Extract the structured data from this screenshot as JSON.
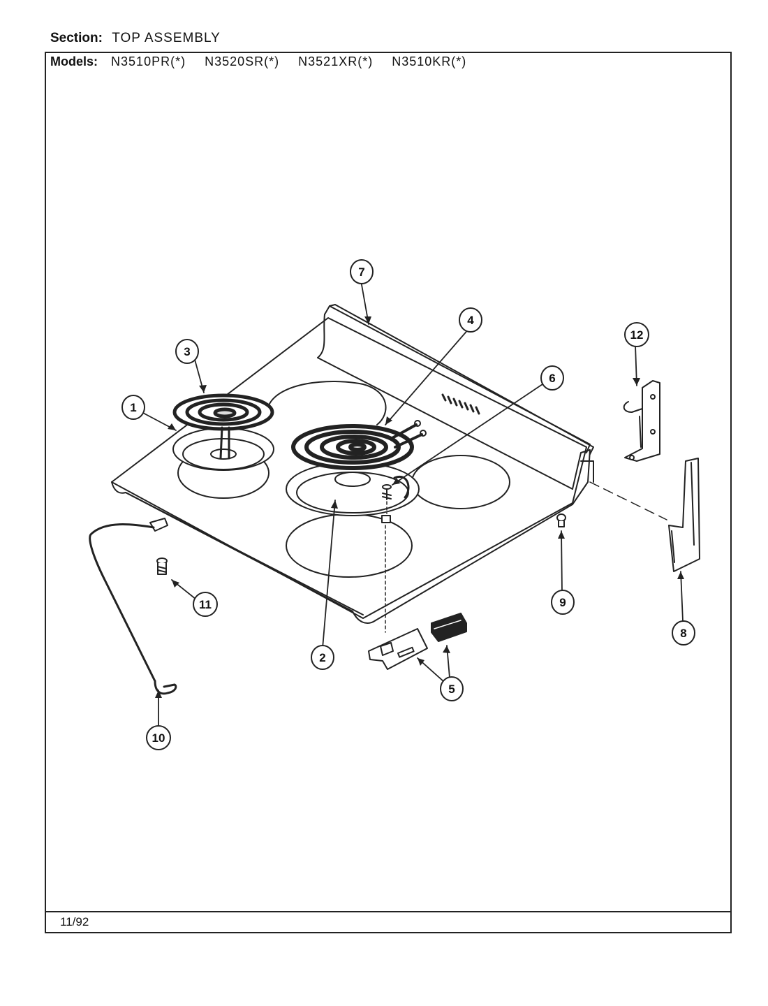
{
  "section": {
    "label": "Section:",
    "value": "TOP ASSEMBLY"
  },
  "models": {
    "label": "Models:",
    "items": [
      "N3510PR(*)",
      "N3520SR(*)",
      "N3521XR(*)",
      "N3510KR(*)"
    ]
  },
  "footer": {
    "date": "11/92"
  },
  "callouts": [
    "1",
    "2",
    "3",
    "4",
    "5",
    "6",
    "7",
    "8",
    "9",
    "10",
    "11",
    "12"
  ]
}
